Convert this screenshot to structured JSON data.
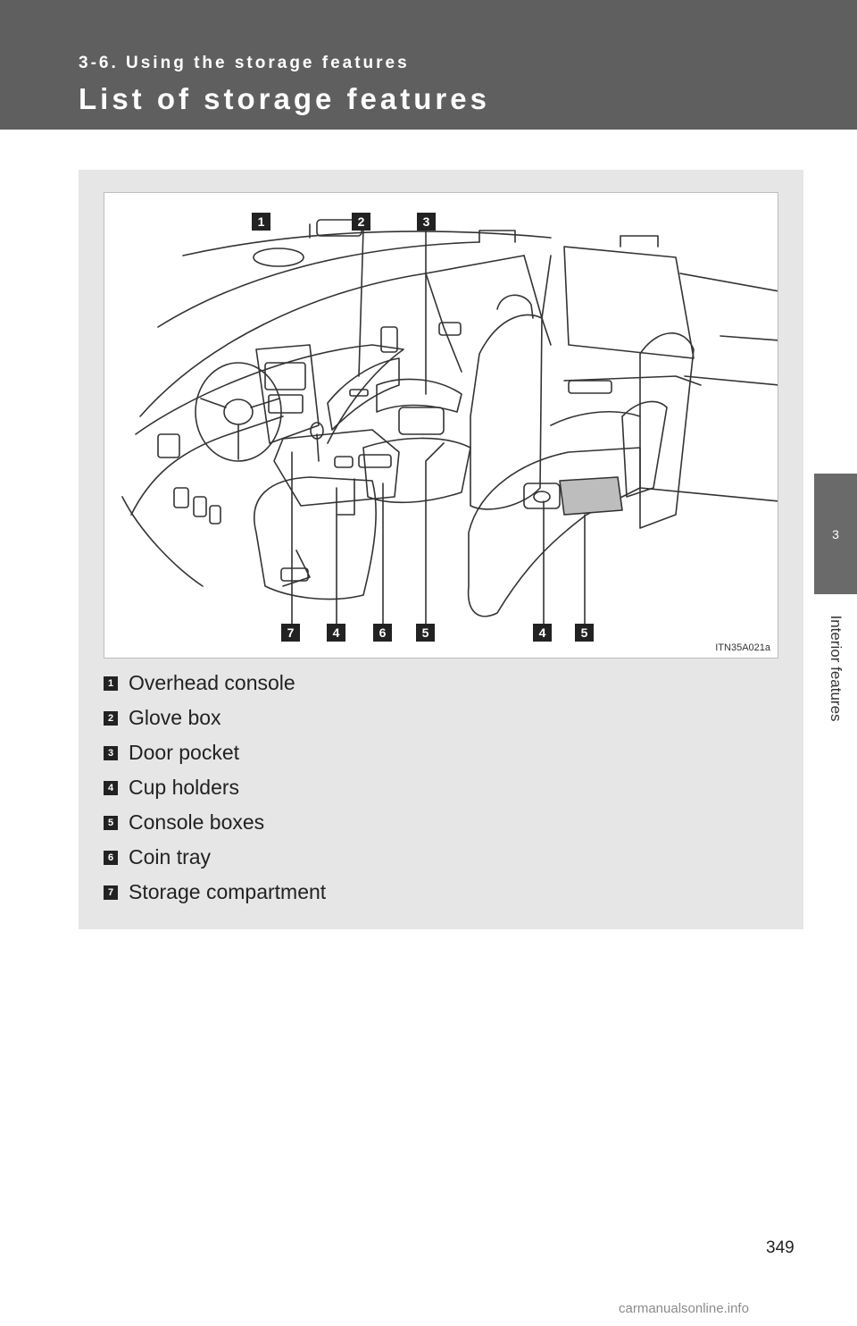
{
  "header": {
    "section": "3-6. Using the storage features",
    "title": "List of storage features"
  },
  "side_tab": {
    "chapter_number": "3",
    "chapter_label": "Interior features"
  },
  "figure": {
    "code": "ITN35A021a",
    "callouts_top": [
      "1",
      "2",
      "3"
    ],
    "callouts_bottom": [
      "7",
      "4",
      "6",
      "5",
      "4",
      "5"
    ]
  },
  "legend": [
    {
      "num": "1",
      "label": "Overhead console"
    },
    {
      "num": "2",
      "label": "Glove box"
    },
    {
      "num": "3",
      "label": "Door pocket"
    },
    {
      "num": "4",
      "label": "Cup holders"
    },
    {
      "num": "5",
      "label": "Console boxes"
    },
    {
      "num": "6",
      "label": "Coin tray"
    },
    {
      "num": "7",
      "label": "Storage compartment"
    }
  ],
  "page_number": "349",
  "watermark": "carmanualsonline.info"
}
